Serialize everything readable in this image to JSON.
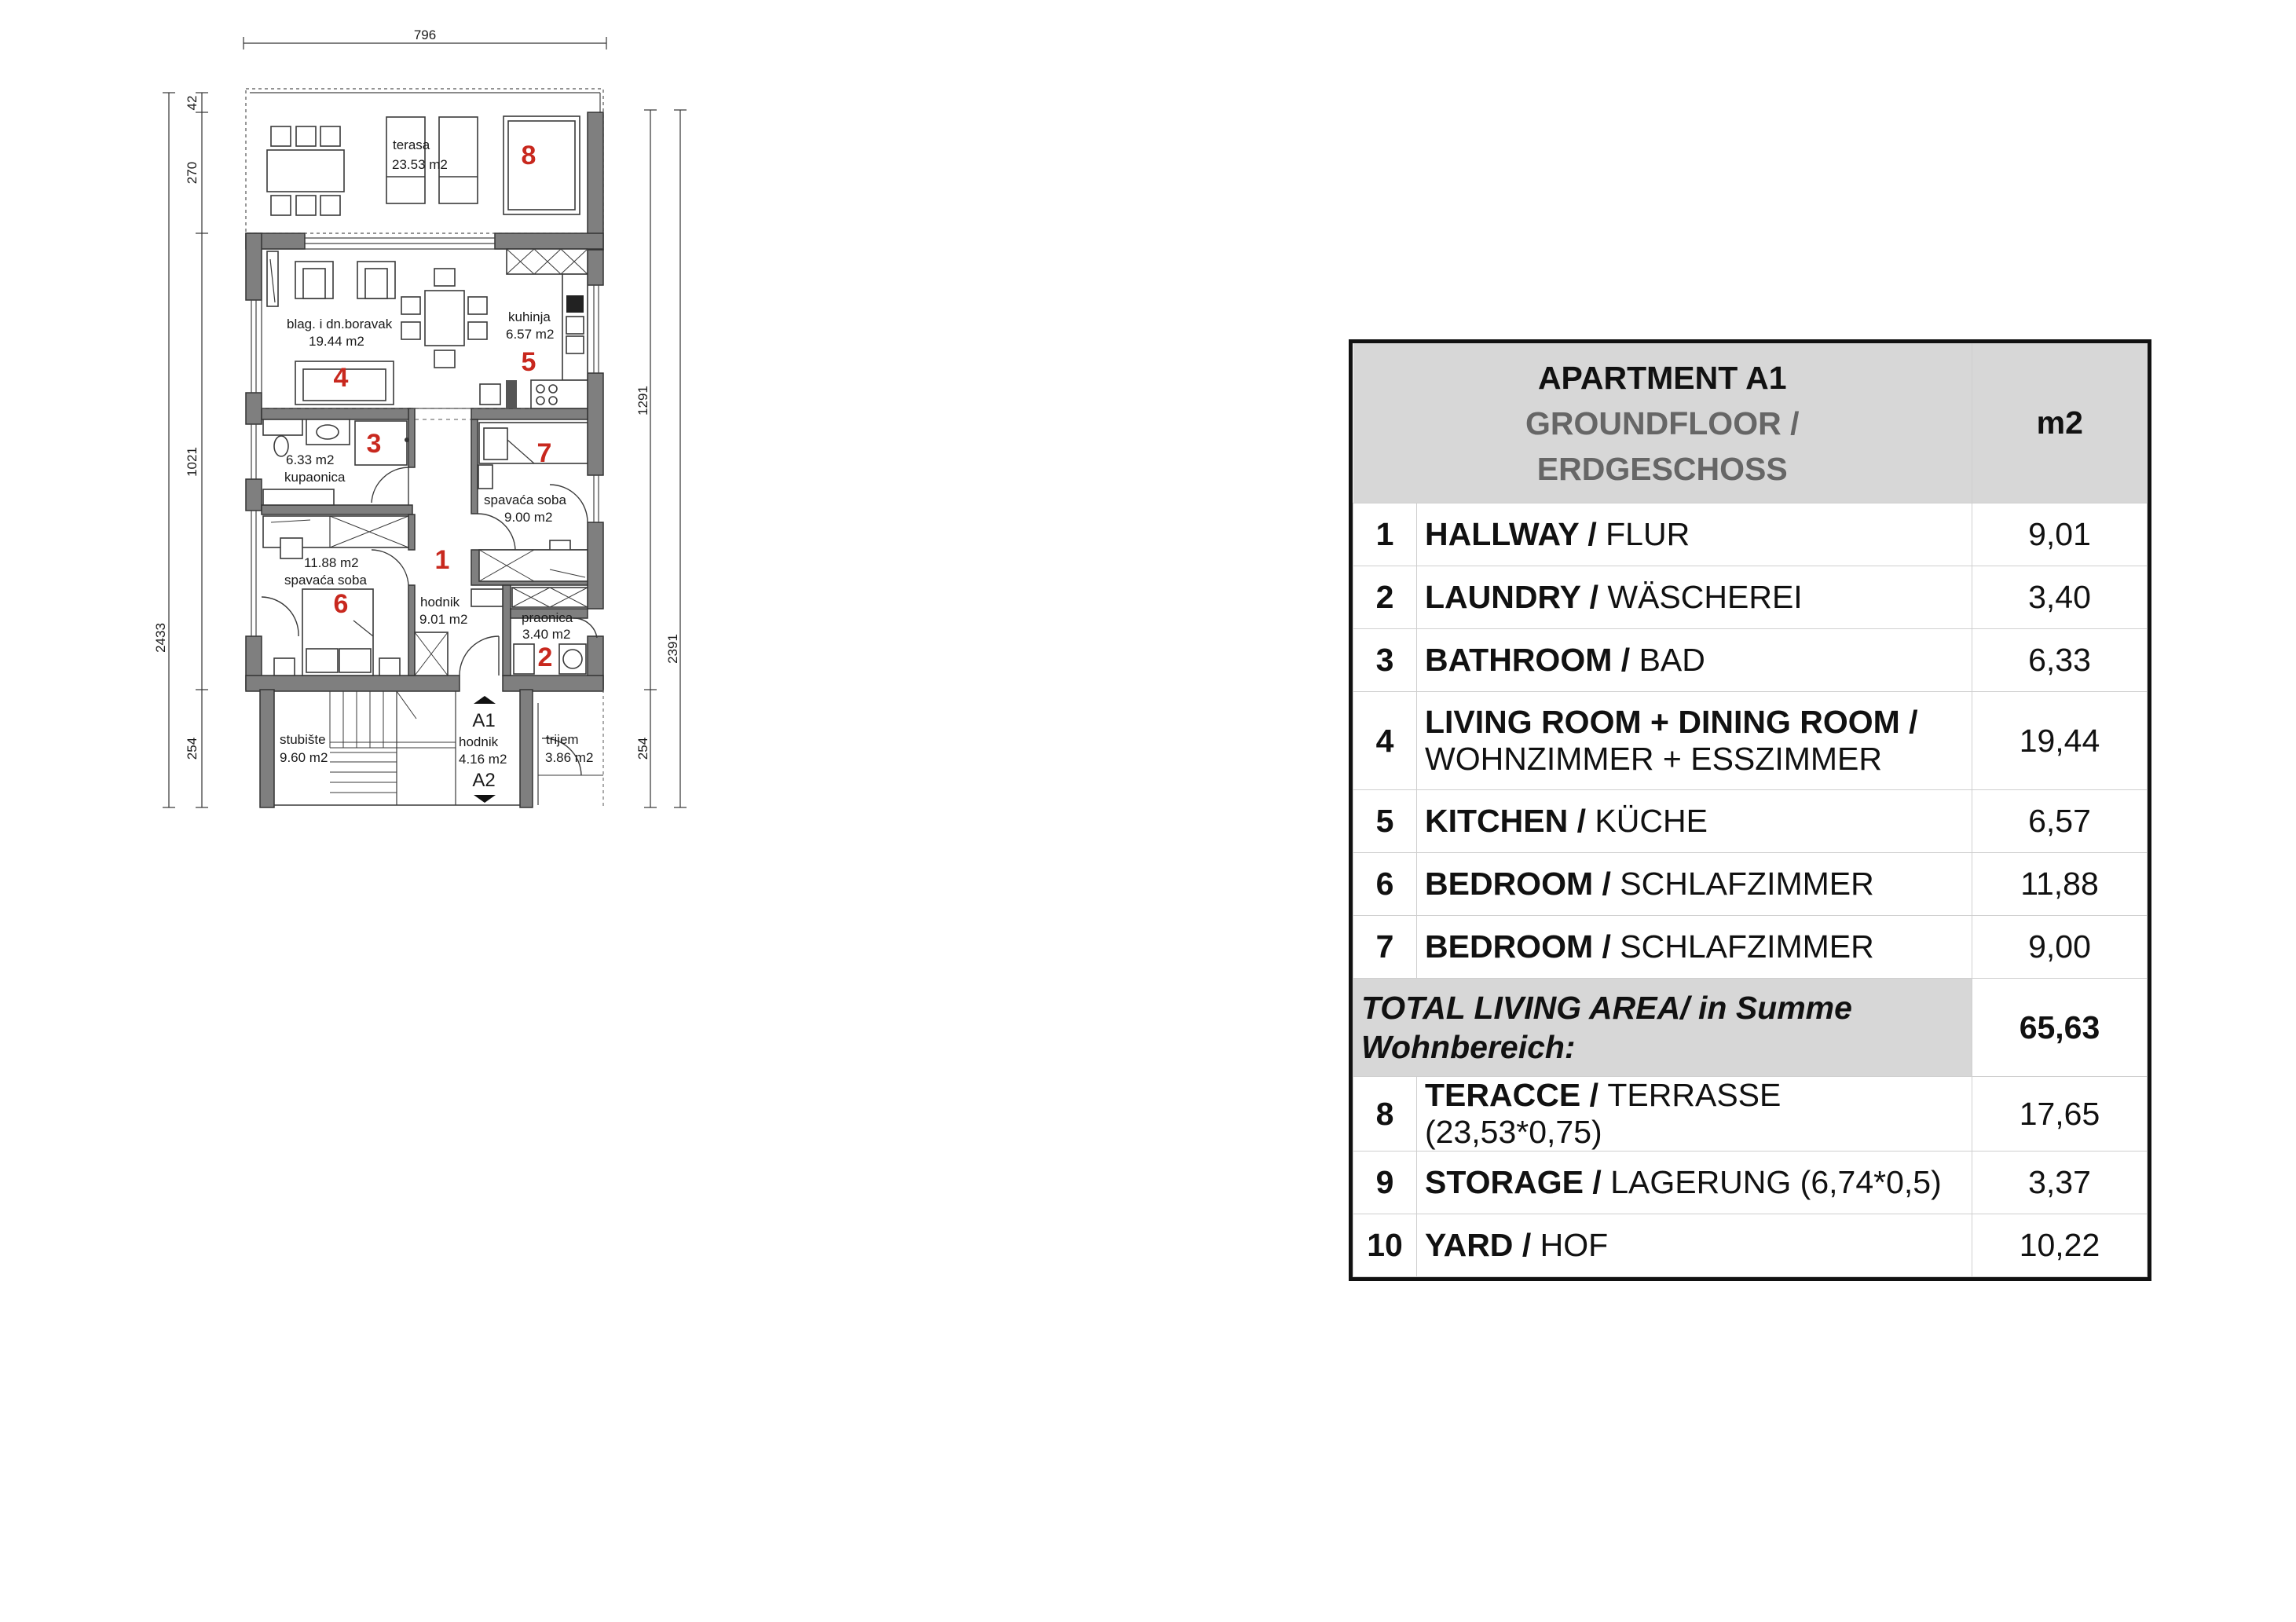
{
  "plan": {
    "dimensions": {
      "top_width": "796",
      "left_total": "2433",
      "left_seg_top": "42",
      "left_seg_terrace": "270",
      "left_seg_apartment": "1021",
      "left_seg_stair": "254",
      "right_total": "2391",
      "right_seg_apartment": "1291",
      "right_seg_entry": "254"
    },
    "rooms": [
      {
        "number": "8",
        "name": "terasa",
        "area": "23.53 m2"
      },
      {
        "number": "4",
        "name": "blag. i dn.boravak",
        "area": "19.44 m2"
      },
      {
        "number": "5",
        "name": "kuhinja",
        "area": "6.57 m2"
      },
      {
        "number": "3",
        "name": "kupaonica",
        "area": "6.33 m2"
      },
      {
        "number": "7",
        "name": "spavaća soba",
        "area": "9.00 m2"
      },
      {
        "number": "6",
        "name": "spavaća soba",
        "area": "11.88 m2"
      },
      {
        "number": "1",
        "name": "hodnik",
        "area": "9.01 m2"
      },
      {
        "number": "2",
        "name": "praonica",
        "area": "3.40 m2"
      }
    ],
    "common": {
      "stair": {
        "name": "stubište",
        "area": "9.60 m2"
      },
      "hall": {
        "name": "hodnik",
        "area": "4.16 m2"
      },
      "porch": {
        "name": "trijem",
        "area": "3.86 m2"
      },
      "label_a1": "A1",
      "label_a2": "A2"
    }
  },
  "table": {
    "title": "APARTMENT A1",
    "subtitle_line1": "GROUNDFLOOR /",
    "subtitle_line2": "ERDGESCHOSS",
    "unit_header": "m2",
    "rows": [
      {
        "no": "1",
        "en": "HALLWAY",
        "sep": " / ",
        "de": "FLUR",
        "value": "9,01"
      },
      {
        "no": "2",
        "en": "LAUNDRY",
        "sep": " / ",
        "de": "WÄSCHEREI",
        "value": "3,40"
      },
      {
        "no": "3",
        "en": "BATHROOM",
        "sep": " / ",
        "de": "BAD",
        "value": "6,33"
      },
      {
        "no": "4",
        "en": "LIVING ROOM + DINING ROOM",
        "sep": " /",
        "de": "WOHNZIMMER + ESSZIMMER",
        "value": "19,44"
      },
      {
        "no": "5",
        "en": "KITCHEN",
        "sep": " / ",
        "de": "KÜCHE",
        "value": "6,57"
      },
      {
        "no": "6",
        "en": "BEDROOM",
        "sep": " / ",
        "de": "SCHLAFZIMMER",
        "value": "11,88"
      },
      {
        "no": "7",
        "en": "BEDROOM",
        "sep": " / ",
        "de": "SCHLAFZIMMER",
        "value": "9,00"
      }
    ],
    "total_label_line1": "TOTAL LIVING AREA/ in Summe",
    "total_label_line2": "Wohnbereich:",
    "total_value": "65,63",
    "extra_rows": [
      {
        "no": "8",
        "en": "TERACCE",
        "sep": " / ",
        "de": "TERRASSE (23,53*0,75)",
        "value": "17,65"
      },
      {
        "no": "9",
        "en": "STORAGE",
        "sep": " / ",
        "de": "LAGERUNG (6,74*0,5)",
        "value": "3,37"
      },
      {
        "no": "10",
        "en": "YARD",
        "sep": " / ",
        "de": "HOF",
        "value": "10,22"
      }
    ]
  },
  "colors": {
    "room_number": "#c8281e",
    "wall": "#7f7f7f",
    "table_header_bg": "#d7d7d7"
  }
}
